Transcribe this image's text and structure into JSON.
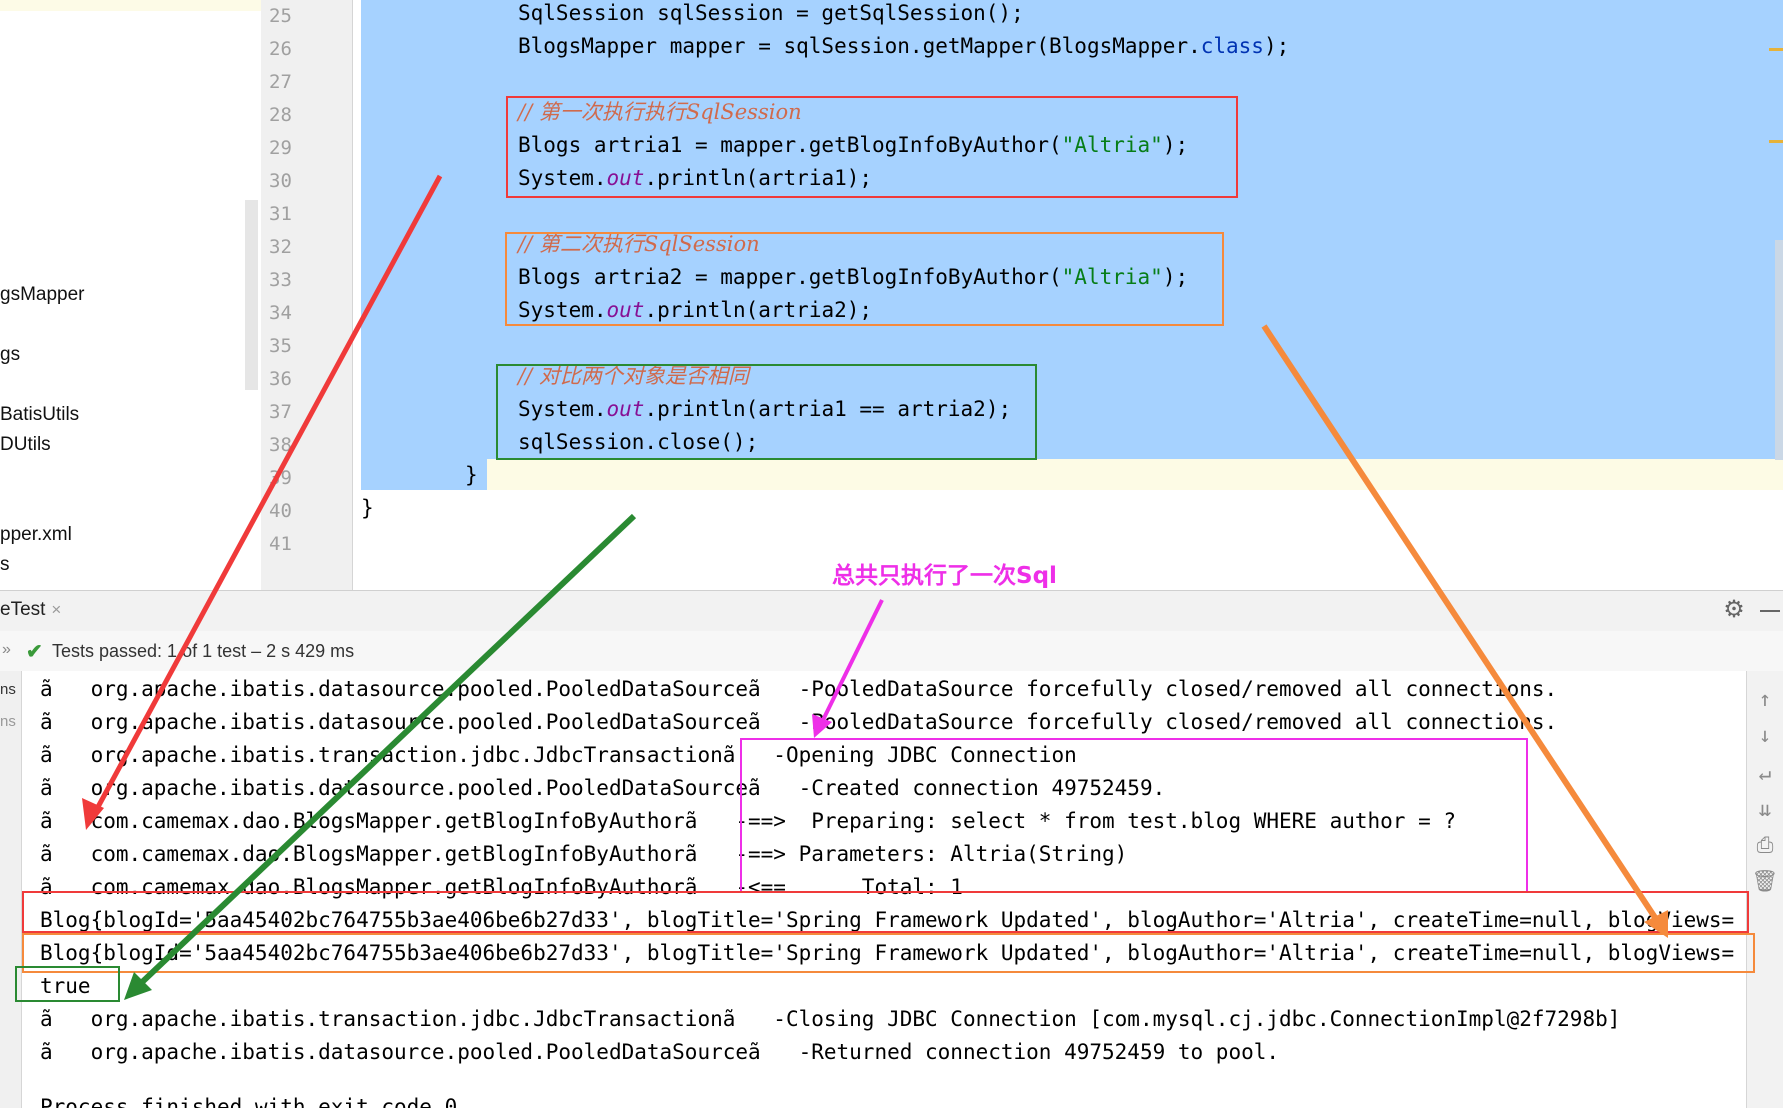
{
  "project_tree": {
    "items": [
      "gsMapper",
      "gs",
      "BatisUtils",
      "DUtils",
      "pper.xml",
      "s"
    ]
  },
  "editor": {
    "line_numbers": [
      "25",
      "26",
      "27",
      "28",
      "29",
      "30",
      "31",
      "32",
      "33",
      "34",
      "35",
      "36",
      "37",
      "38",
      "39",
      "40",
      "41"
    ],
    "lines": {
      "l25": "SqlSession sqlSession = getSqlSession();",
      "l26_a": "BlogsMapper mapper = sqlSession.getMapper(BlogsMapper.",
      "l26_kw": "class",
      "l26_b": ");",
      "l28": "// 第一次执行执行SqlSession",
      "l29_a": "Blogs artria1 = mapper.getBlogInfoByAuthor(",
      "l29_str": "\"Altria\"",
      "l29_b": ");",
      "l30_a": "System.",
      "l30_out": "out",
      "l30_b": ".println(artria1);",
      "l32": "// 第二次执行SqlSession",
      "l33_a": "Blogs artria2 = mapper.getBlogInfoByAuthor(",
      "l33_str": "\"Altria\"",
      "l33_b": ");",
      "l34_a": "System.",
      "l34_out": "out",
      "l34_b": ".println(artria2);",
      "l36": "// 对比两个对象是否相同",
      "l37_a": "System.",
      "l37_out": "out",
      "l37_b": ".println(artria1 == artria2);",
      "l38": "sqlSession.close();",
      "l39": "}",
      "l40": "}"
    }
  },
  "tool_window": {
    "tab_label": "eTest",
    "close_glyph": "×",
    "gear_glyph": "⚙",
    "status": {
      "expand_glyph": "»",
      "check_glyph": "✔",
      "text": "Tests passed: 1 of 1 test – 2 s 429 ms"
    },
    "left_strip": [
      "ns",
      "ns"
    ]
  },
  "console": {
    "lines": [
      "ã   org.apache.ibatis.datasource.pooled.PooledDataSourceã   -PooledDataSource forcefully closed/removed all connections.",
      "ã   org.apache.ibatis.datasource.pooled.PooledDataSourceã   -PooledDataSource forcefully closed/removed all connections.",
      "ã   org.apache.ibatis.transaction.jdbc.JdbcTransactionã   -Opening JDBC Connection",
      "ã   org.apache.ibatis.datasource.pooled.PooledDataSourceã   -Created connection 49752459.",
      "ã   com.camemax.dao.BlogsMapper.getBlogInfoByAuthorã   -==>  Preparing: select * from test.blog WHERE author = ?",
      "ã   com.camemax.dao.BlogsMapper.getBlogInfoByAuthorã   -==> Parameters: Altria(String)",
      "ã   com.camemax.dao.BlogsMapper.getBlogInfoByAuthorã   -<==      Total: 1",
      "Blog{blogId='5aa45402bc764755b3ae406be6b27d33', blogTitle='Spring Framework Updated', blogAuthor='Altria', createTime=null, blogViews=",
      "Blog{blogId='5aa45402bc764755b3ae406be6b27d33', blogTitle='Spring Framework Updated', blogAuthor='Altria', createTime=null, blogViews=",
      "true",
      "ã   org.apache.ibatis.transaction.jdbc.JdbcTransactionã   -Closing JDBC Connection [com.mysql.cj.jdbc.ConnectionImpl@2f7298b]",
      "ã   org.apache.ibatis.datasource.pooled.PooledDataSourceã   -Returned connection 49752459 to pool.",
      "Process finished with exit code 0"
    ],
    "toolbar_icons": [
      "arrow-up-icon",
      "arrow-down-icon",
      "soft-wrap-icon",
      "scroll-to-end-icon",
      "print-icon",
      "trash-icon"
    ],
    "toolbar_glyphs": [
      "↑",
      "↓",
      "↵",
      "⇊",
      "⎙",
      "🗑"
    ]
  },
  "annotations": {
    "note": "总共只执行了一次Sql",
    "colors": {
      "red": "#f03a3a",
      "orange": "#f58a3c",
      "green": "#2a8a32",
      "magenta": "#ee2fe8"
    }
  },
  "theme": {
    "selection": "#a6d2ff",
    "keyword": "#0033b3",
    "field": "#871094",
    "string": "#067d17",
    "comment": "#d06a4c"
  }
}
